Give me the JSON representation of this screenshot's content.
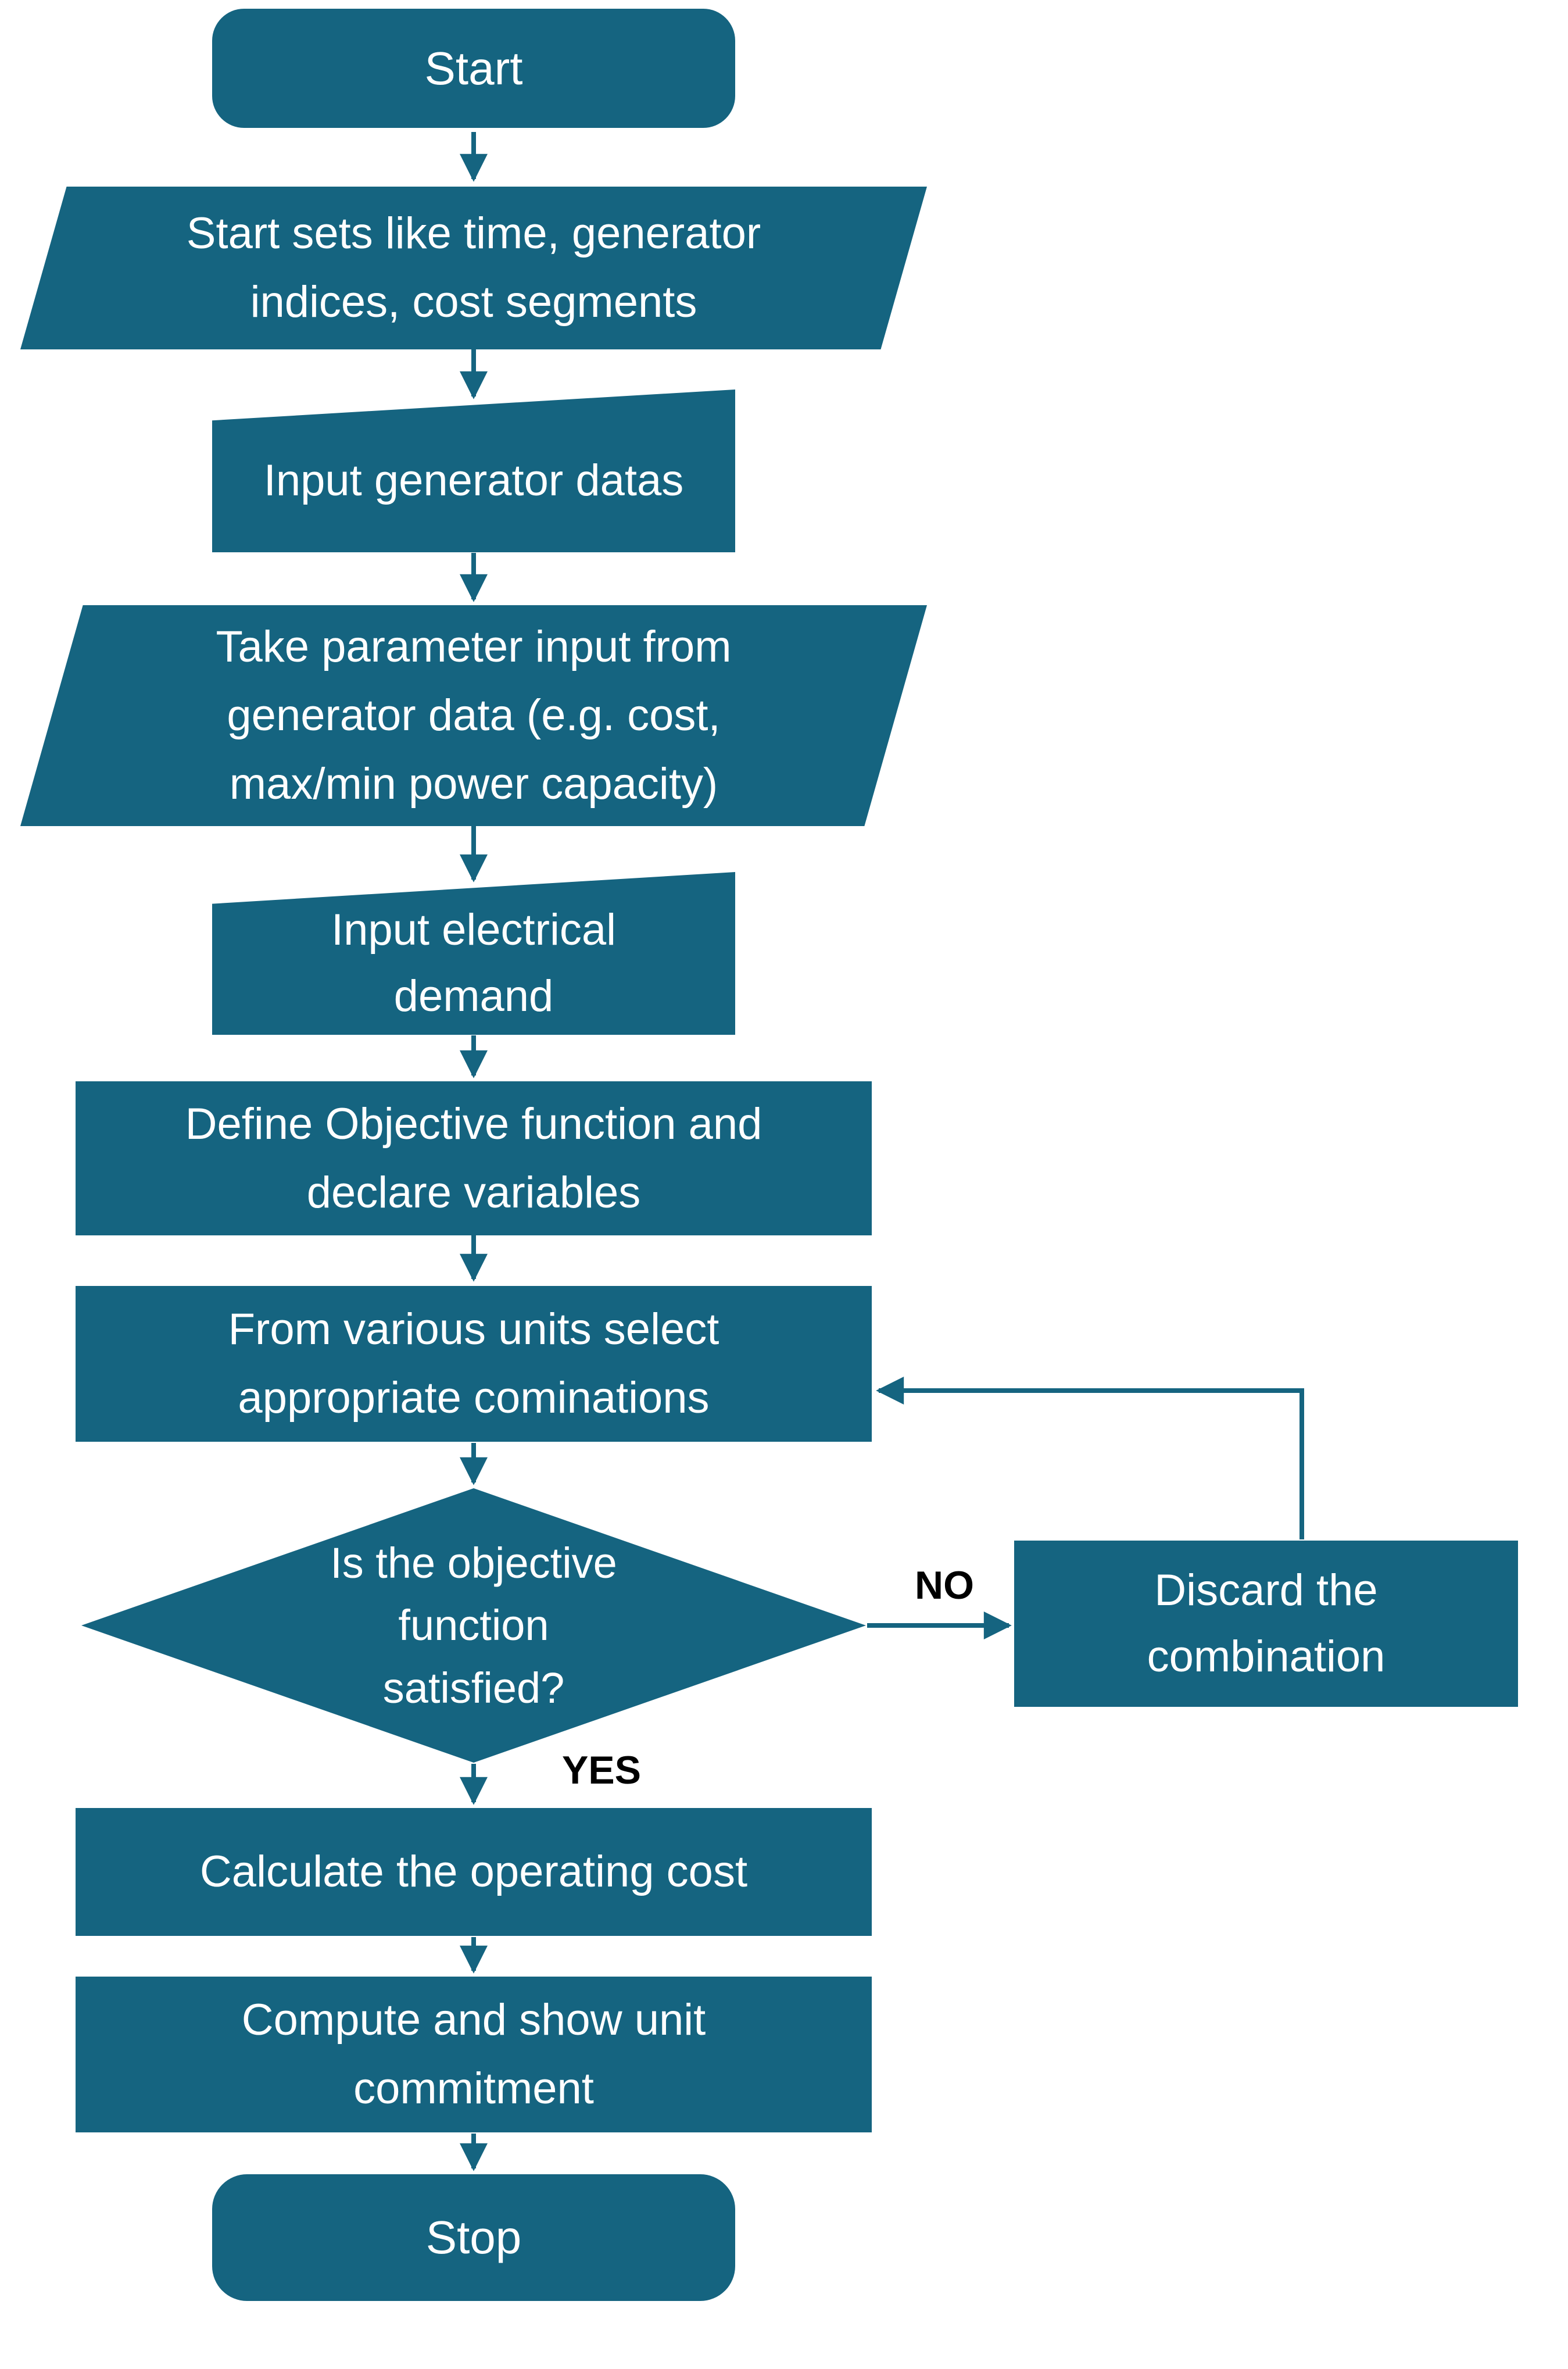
{
  "colors": {
    "shape_fill": "#156480",
    "shape_text": "#ffffff",
    "connector": "#156480",
    "edge_label_text": "#000000",
    "background": "#ffffff"
  },
  "nodes": [
    {
      "id": "start",
      "type": "terminator",
      "label": "Start"
    },
    {
      "id": "init-sets",
      "type": "data-parallelogram",
      "label": "Start sets like time, generator\nindices, cost segments"
    },
    {
      "id": "input-generator-data",
      "type": "manual-input",
      "label": "Input generator datas"
    },
    {
      "id": "take-parameter-input",
      "type": "data-parallelogram",
      "label": "Take parameter input from\ngenerator data (e.g. cost,\nmax/min power capacity)"
    },
    {
      "id": "input-electrical-demand",
      "type": "manual-input",
      "label": "Input electrical\ndemand"
    },
    {
      "id": "define-objective",
      "type": "process",
      "label": "Define Objective function and\ndeclare variables"
    },
    {
      "id": "select-combinations",
      "type": "process",
      "label": "From various units select\nappropriate cominations"
    },
    {
      "id": "objective-satisfied",
      "type": "decision",
      "label": "Is the objective\nfunction\nsatisfied?"
    },
    {
      "id": "discard-combination",
      "type": "process",
      "label": "Discard the\ncombination"
    },
    {
      "id": "calculate-operating-cost",
      "type": "process",
      "label": "Calculate the operating cost"
    },
    {
      "id": "compute-unit-commitment",
      "type": "process",
      "label": "Compute and show unit\ncommitment"
    },
    {
      "id": "stop",
      "type": "terminator",
      "label": "Stop"
    }
  ],
  "edge_labels": {
    "no": "NO",
    "yes": "YES"
  }
}
